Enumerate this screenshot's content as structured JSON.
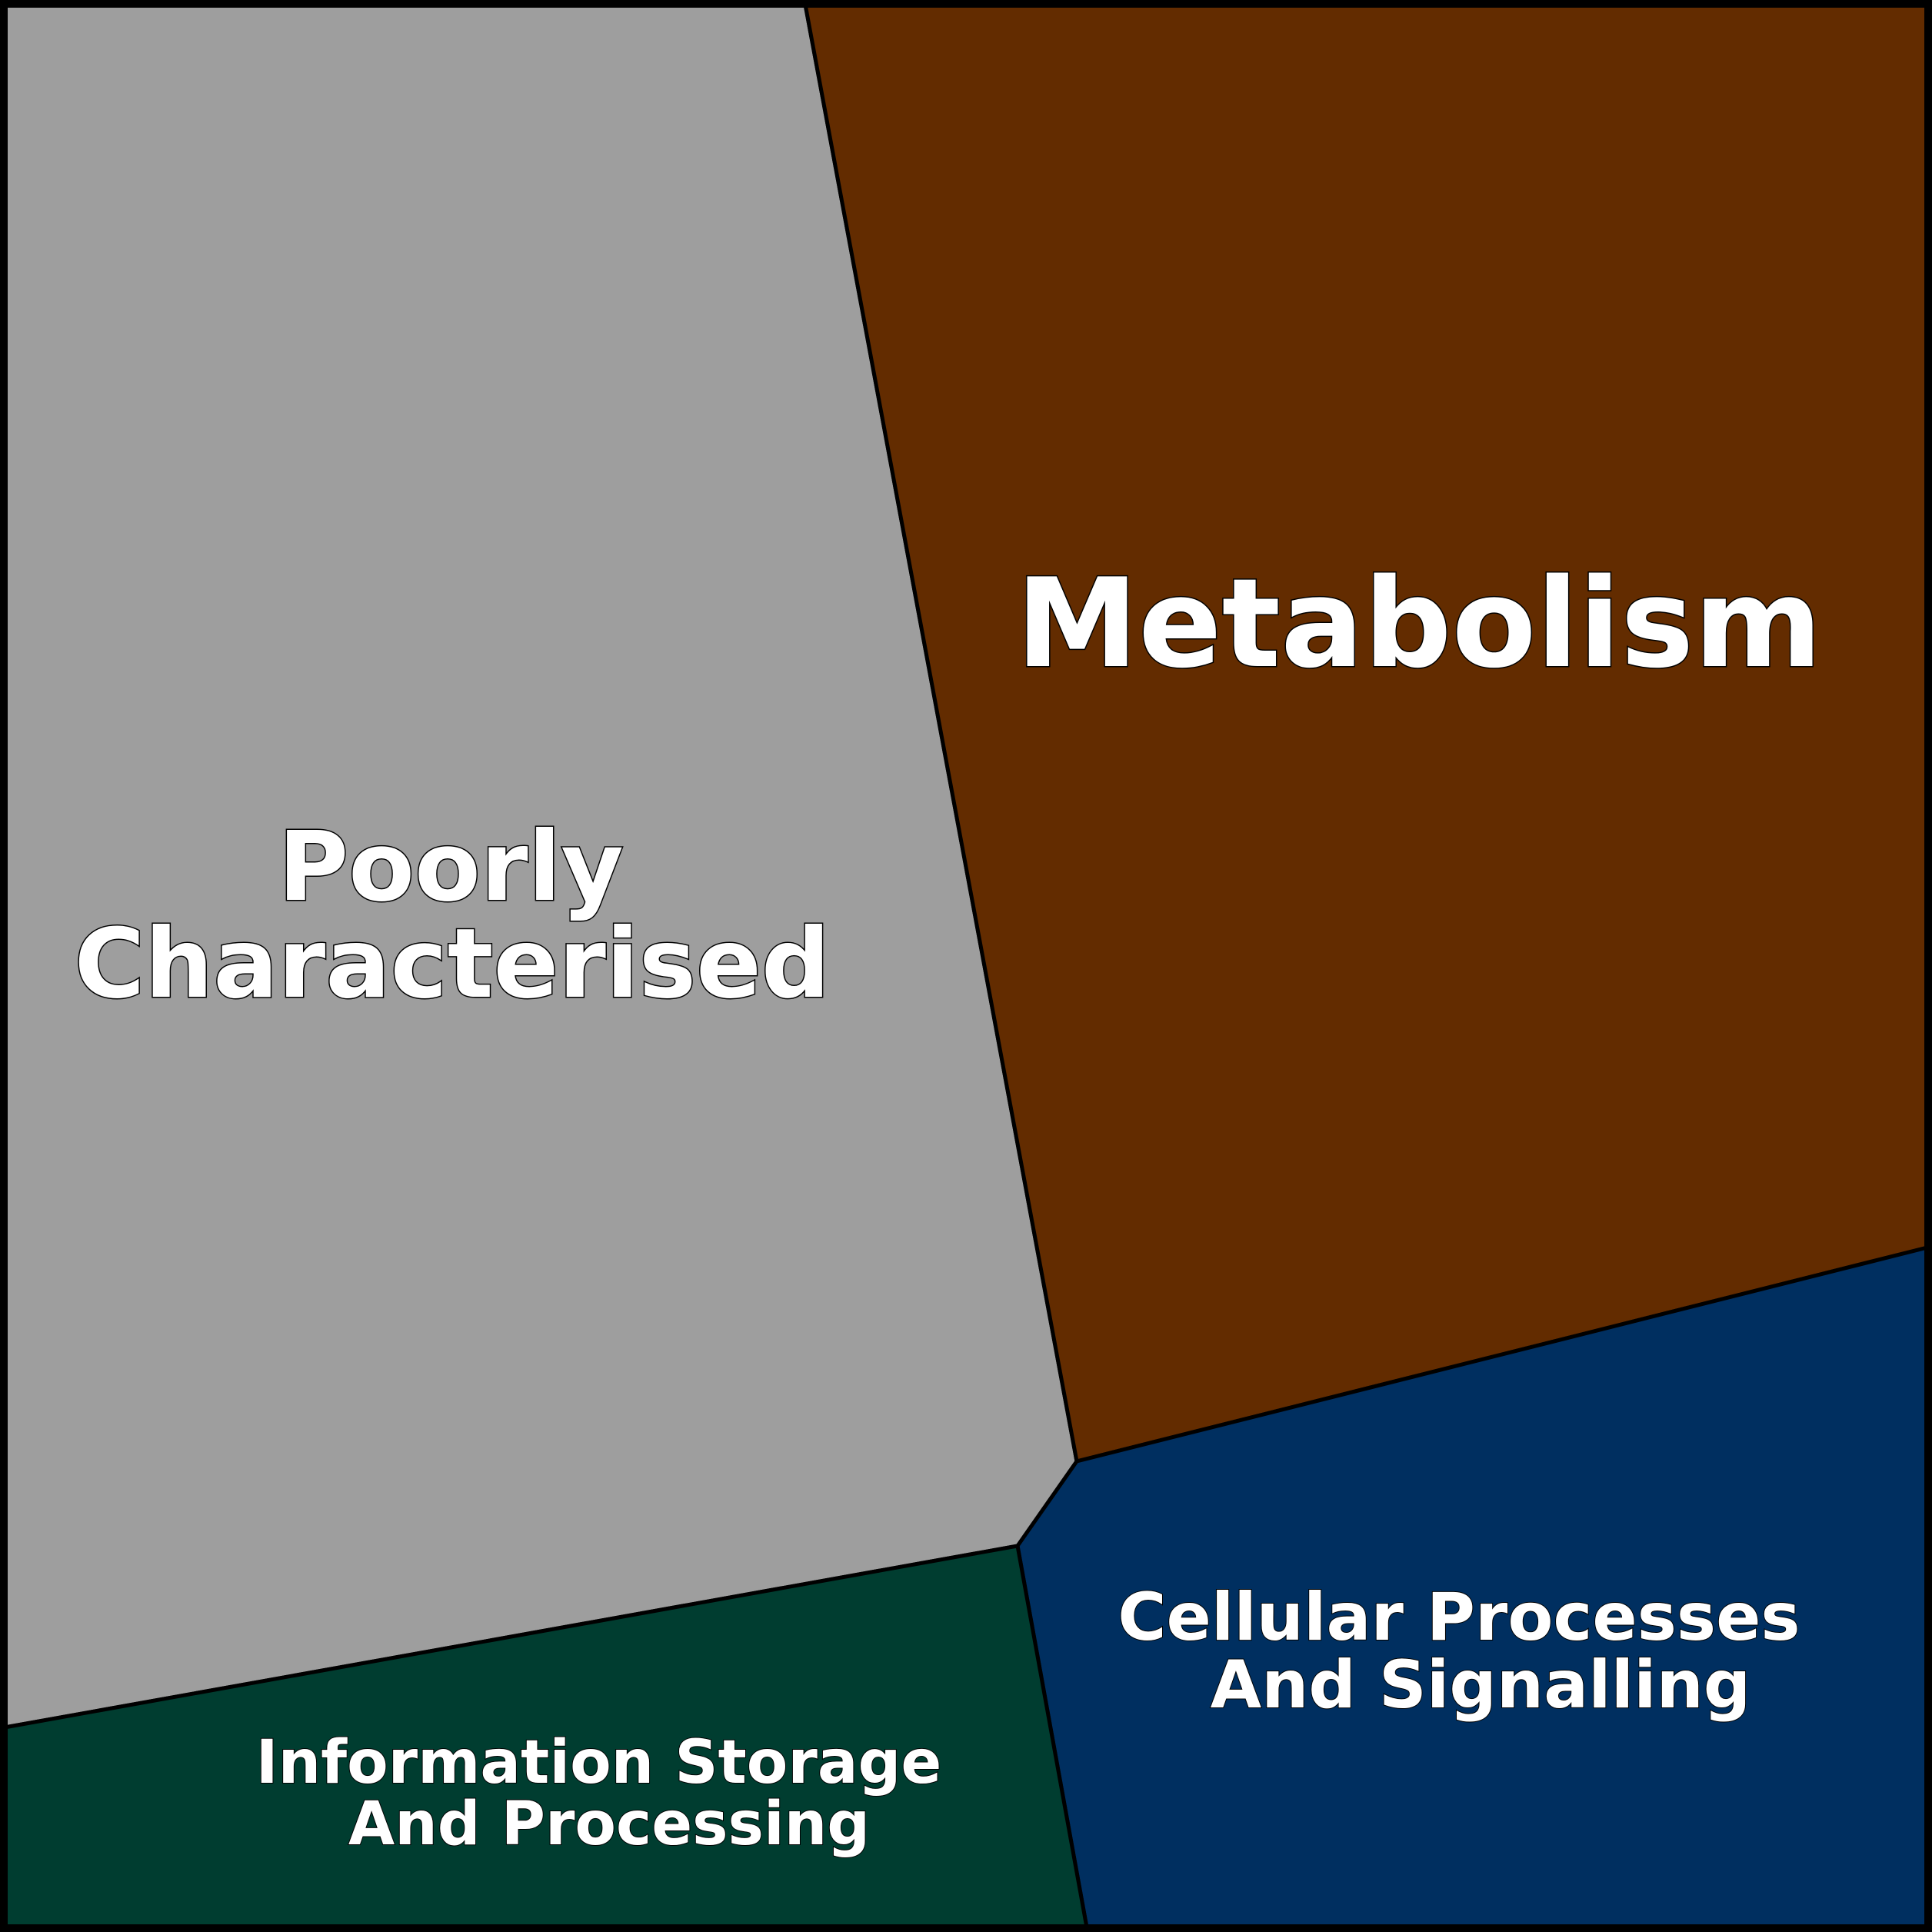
{
  "diagram": {
    "type": "voronoi-treemap",
    "cells": [
      {
        "id": "poorly-characterised",
        "label_lines": [
          "Poorly",
          "Characterised"
        ],
        "color": "#9e9e9e"
      },
      {
        "id": "metabolism",
        "label_lines": [
          "Metabolism"
        ],
        "color": "#632c00"
      },
      {
        "id": "cellular-processes",
        "label_lines": [
          "Cellular Processes",
          "And Signalling"
        ],
        "color": "#002f60"
      },
      {
        "id": "information-storage",
        "label_lines": [
          "Information Storage",
          "And Processing"
        ],
        "color": "#003d30"
      }
    ],
    "border_color": "#000000",
    "label_color": "#ffffff"
  }
}
